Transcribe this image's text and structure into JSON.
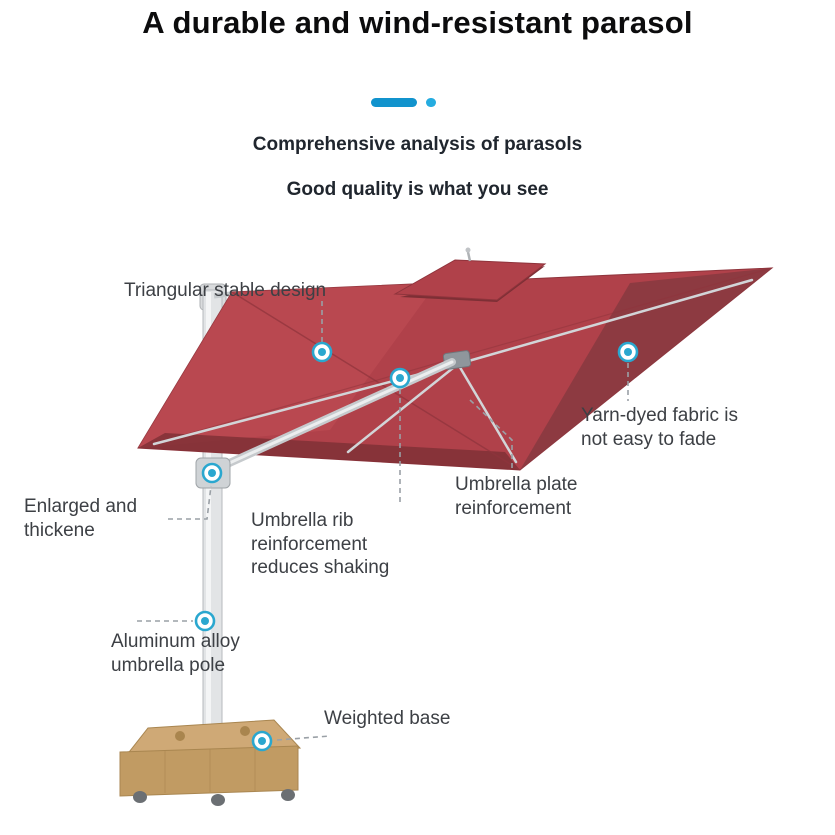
{
  "header": {
    "title": "A durable and wind-resistant parasol",
    "subtitle_primary": "Comprehensive analysis of parasols",
    "subtitle_secondary": "Good quality is what you see"
  },
  "accent": {
    "bar_color": "#1193cd",
    "dot_color": "#25ace0"
  },
  "callouts": [
    {
      "id": "triangular",
      "label": "Triangular stable design"
    },
    {
      "id": "yarn",
      "label": "Yarn-dyed fabric is\nnot easy to fade"
    },
    {
      "id": "plate",
      "label": "Umbrella plate\nreinforcement"
    },
    {
      "id": "enlarged",
      "label": "Enlarged and\nthickene"
    },
    {
      "id": "rib",
      "label": "Umbrella rib\nreinforcement\nreduces shaking"
    },
    {
      "id": "pole",
      "label": "Aluminum alloy\numbrella pole"
    },
    {
      "id": "base",
      "label": "Weighted base"
    }
  ],
  "illustration": {
    "canopy_color": "#b0414a",
    "canopy_dark": "#8a3a40",
    "canopy_light": "#c14e56",
    "underside_shade": "#7d2f35",
    "rib_color": "#d2d5d8",
    "pole_color": "#e2e4e6",
    "base_color": "#cfa976",
    "marker_color": "#2aa7cf"
  }
}
